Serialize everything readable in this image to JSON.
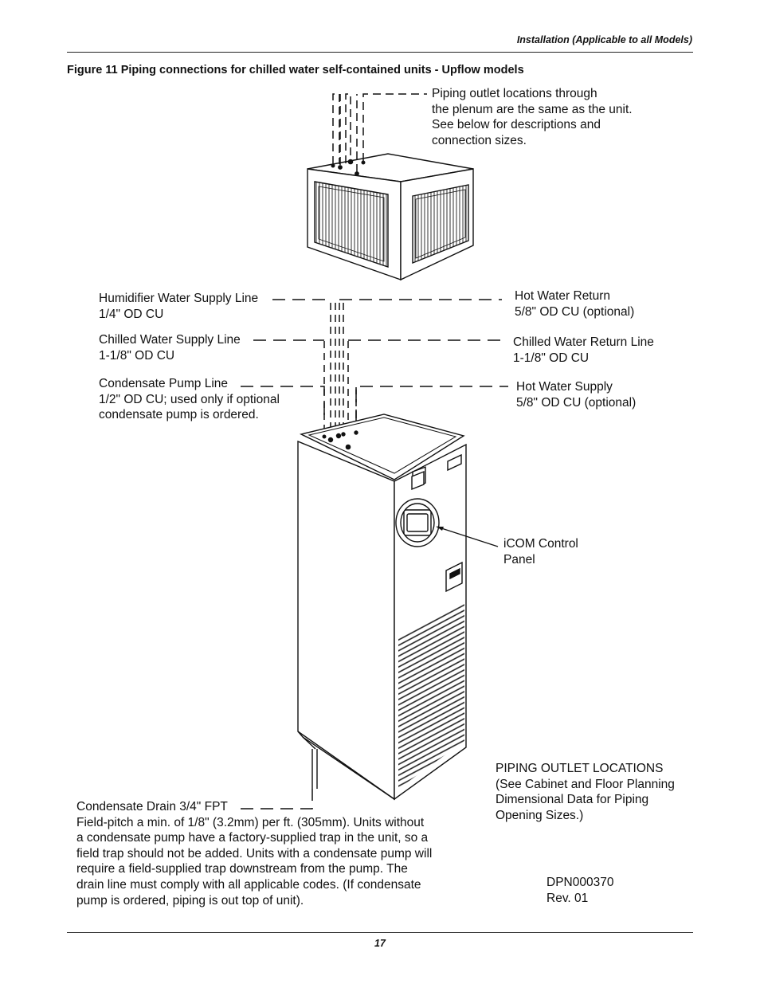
{
  "header": {
    "section": "Installation (Applicable to all Models)"
  },
  "figure": {
    "title": "Figure 11  Piping connections for chilled water self-contained units - Upflow models"
  },
  "callouts": {
    "plenum_note": [
      "Piping outlet locations through",
      "the plenum are the same as the unit.",
      "See below for descriptions and",
      "connection sizes."
    ],
    "humidifier": [
      "Humidifier Water Supply Line",
      "1/4\" OD CU"
    ],
    "chilled_supply": [
      "Chilled Water Supply Line",
      "1-1/8\" OD CU"
    ],
    "condensate_pump": [
      "Condensate Pump Line",
      "1/2\" OD CU; used only if optional",
      "condensate pump is ordered."
    ],
    "hot_return": [
      "Hot Water Return",
      "5/8\" OD CU (optional)"
    ],
    "chilled_return": [
      "Chilled Water Return Line",
      "1-1/8\" OD CU"
    ],
    "hot_supply": [
      "Hot Water Supply",
      "5/8\" OD CU (optional)"
    ],
    "icom": [
      "iCOM Control",
      "Panel"
    ],
    "piping_outlet": [
      "PIPING OUTLET LOCATIONS",
      "(See Cabinet and Floor Planning",
      "Dimensional Data for Piping",
      "Opening Sizes.)"
    ],
    "drain_title": "Condensate Drain 3/4\" FPT",
    "drain_body": [
      "Field-pitch a min. of 1/8\" (3.2mm) per ft. (305mm). Units without",
      "a condensate pump have a factory-supplied trap in the unit, so a",
      "field trap should not be added. Units with a condensate pump will",
      "require a field-supplied trap downstream from the pump.  The",
      "drain line must comply with all applicable codes. (If condensate",
      "pump is ordered, piping is out top of unit)."
    ],
    "doc_id": [
      "DPN000370",
      "Rev. 01"
    ]
  },
  "footer": {
    "page_number": "17"
  }
}
